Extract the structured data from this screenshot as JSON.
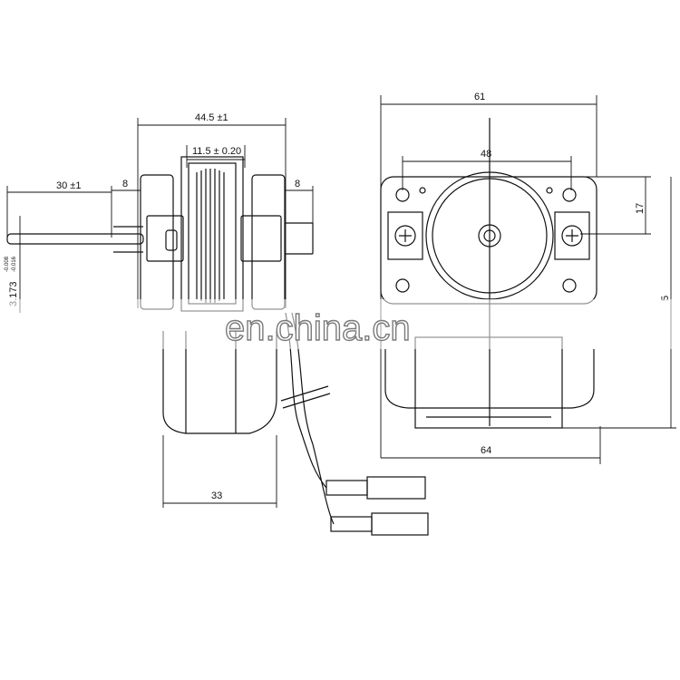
{
  "dimensions": {
    "overall_width_left": "44.5 ±1",
    "core_width": "11.5 ± 0.20",
    "shaft_length": "30 ±1",
    "left_bearing": "8",
    "right_bearing": "8",
    "shaft_diameter": "3.173",
    "shaft_tolerance_upper": "-0.008",
    "shaft_tolerance_lower": "-0.016",
    "bottom_width_left": "33",
    "overall_width_right": "61",
    "mount_spacing": "48",
    "mount_height": "17",
    "overall_height": "5",
    "bottom_width_right": "64"
  },
  "watermark": "en.china.cn"
}
